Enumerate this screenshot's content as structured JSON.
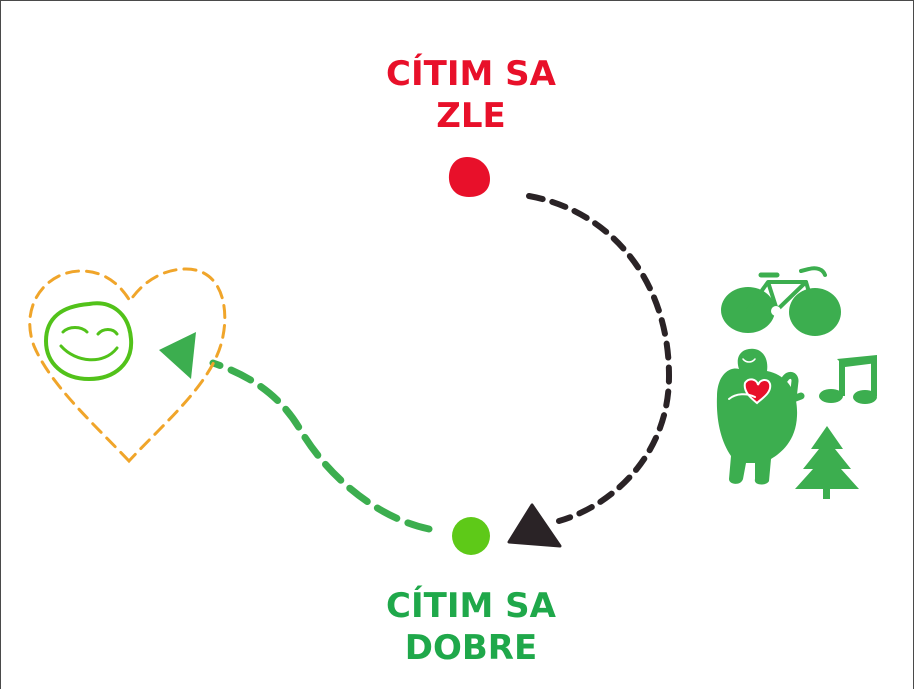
{
  "top_state": {
    "line1": "CÍTIM SA",
    "line2": "ZLE"
  },
  "bottom_state": {
    "line1": "CÍTIM SA",
    "line2": "DOBRE"
  },
  "icons": [
    "bicycle-icon",
    "person-hugging-heart-icon",
    "music-note-icon",
    "tree-icon",
    "smiley-face-icon",
    "heart-outline-icon"
  ],
  "colors": {
    "bad": "#e8102a",
    "good_text": "#1fa84a",
    "good_dot": "#5ec918",
    "path_dark": "#2a2326",
    "path_green": "#3cae4f",
    "heart": "#f0a52a",
    "smiley": "#52c21a",
    "icons": "#3cae4f"
  }
}
